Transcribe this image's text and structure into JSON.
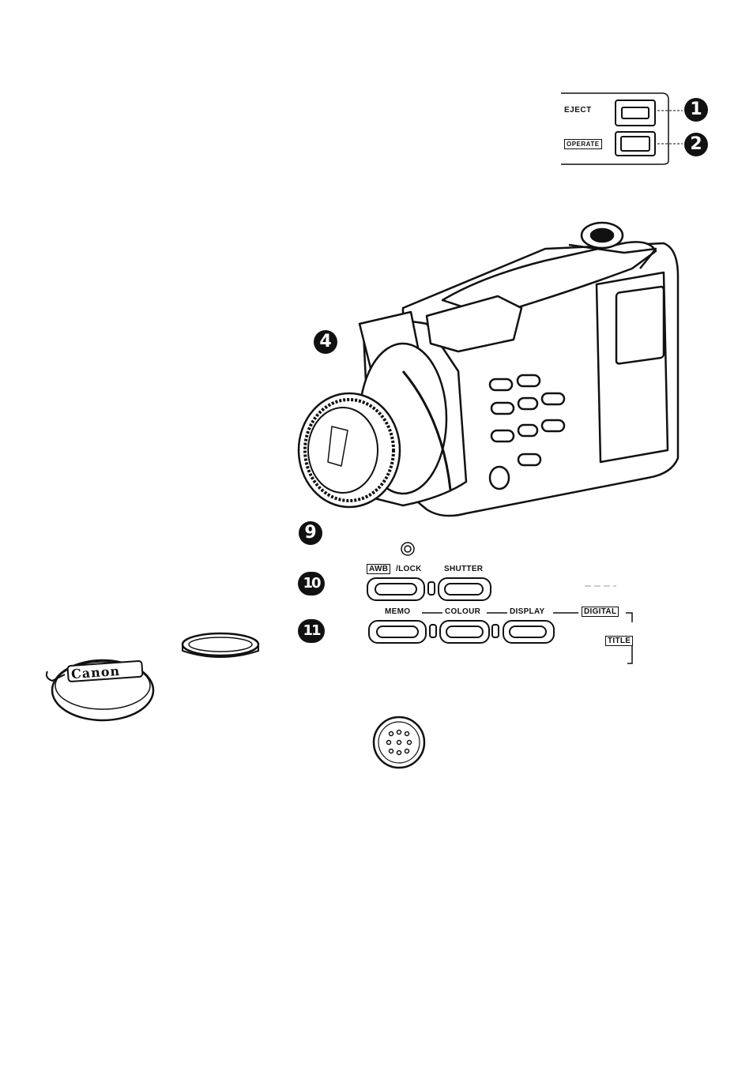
{
  "top_panel": {
    "eject_label": "EJECT",
    "operate_label": "OPERATE",
    "eject_number": "1",
    "operate_number": "2"
  },
  "camera": {
    "brand_on_cap": "Canon",
    "callout_4": "4"
  },
  "controls": {
    "callout_9": "9",
    "callout_10": "10",
    "callout_11": "11",
    "row10": {
      "awb_label": "AWB",
      "lock_label": "/LOCK",
      "shutter_label": "SHUTTER"
    },
    "row11": {
      "memo_label": "MEMO",
      "colour_label": "COLOUR",
      "display_label": "DISPLAY",
      "digital_label": "DIGITAL",
      "title_label": "TITLE"
    }
  },
  "colors": {
    "ink": "#111111",
    "paper": "#ffffff"
  }
}
